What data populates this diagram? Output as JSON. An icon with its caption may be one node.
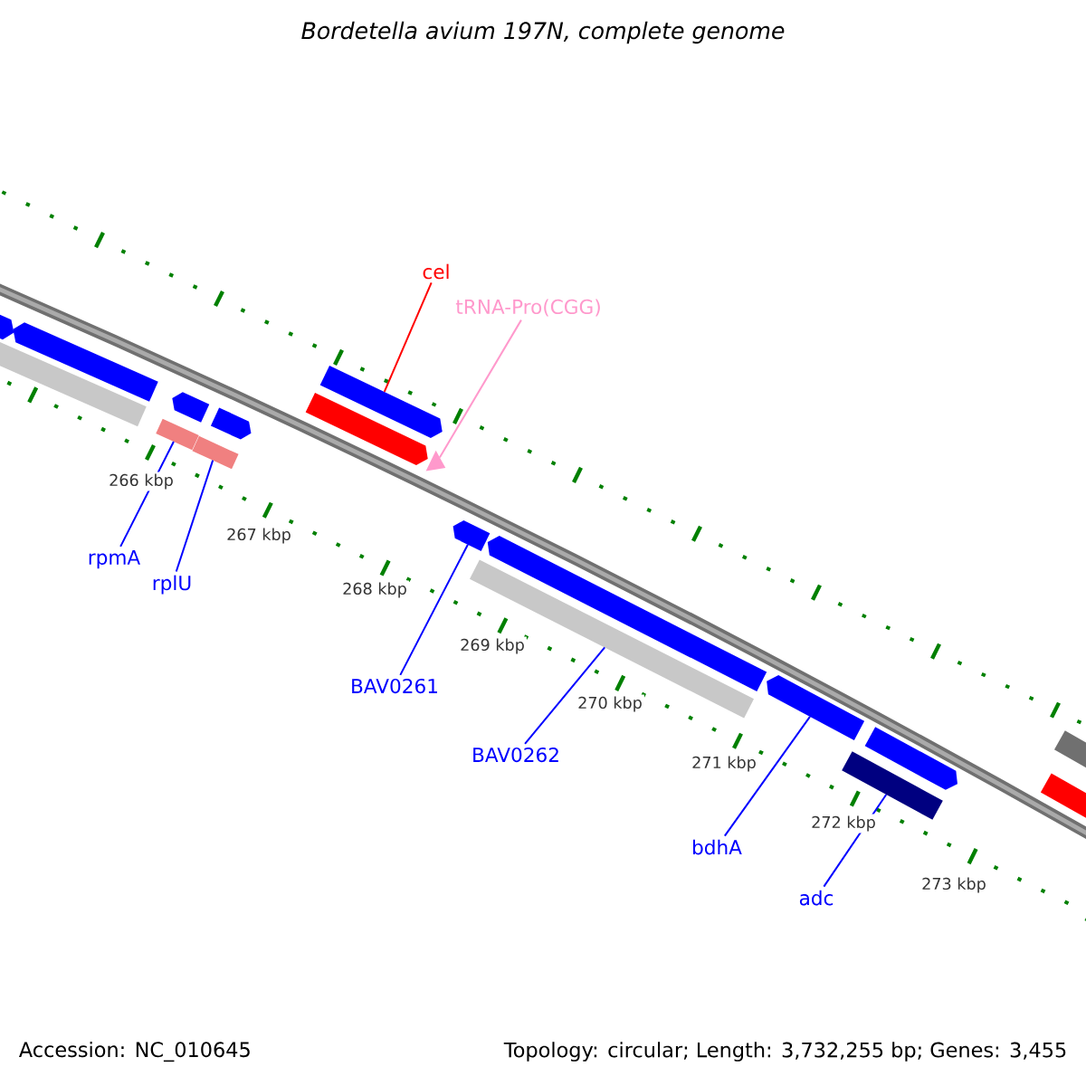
{
  "diagram": {
    "title": "Bordetella avium 197N, complete genome",
    "nodes": [
      {
        "text": [
          "cel"
        ]
      },
      {
        "text": [
          "tRNA-Pro(CGG)"
        ]
      },
      {
        "text": [
          "rpmA"
        ]
      },
      {
        "text": [
          "rplU"
        ]
      },
      {
        "text": [
          "BAV0261"
        ]
      },
      {
        "text": [
          "BAV0262"
        ]
      },
      {
        "text": [
          "bdhA"
        ]
      },
      {
        "text": [
          "adc"
        ]
      },
      {
        "text": [],
        "shape": "pentagon"
      },
      {
        "text": [],
        "shape": "bar"
      },
      {
        "text": [],
        "shape": "pentagon"
      },
      {
        "text": [],
        "shape": "bar"
      },
      {
        "text": [],
        "shape": "pentagon"
      },
      {
        "text": [],
        "shape": "bar"
      },
      {
        "text": [],
        "shape": "pentagon"
      },
      {
        "text": [],
        "shape": "pentagon"
      },
      {
        "text": [],
        "shape": "pentagon"
      },
      {
        "text": [],
        "shape": "triangle"
      },
      {
        "text": [],
        "shape": "pentagon"
      },
      {
        "text": [],
        "shape": "bar"
      },
      {
        "text": [],
        "shape": "pentagon"
      },
      {
        "text": [],
        "shape": "pentagon"
      },
      {
        "text": [],
        "shape": "bar"
      },
      {
        "text": [],
        "shape": "pentagon"
      },
      {
        "text": [],
        "shape": "pentagon"
      },
      {
        "text": [],
        "shape": "bar"
      }
    ],
    "edges": [
      {
        "from": 0,
        "to": 16,
        "arrow": "none",
        "color": "#ff0000"
      },
      {
        "from": 1,
        "to": 17,
        "arrow": "none",
        "color": "#ff99cc"
      },
      {
        "from": 2,
        "to": 11,
        "arrow": "none"
      },
      {
        "from": 3,
        "to": 13,
        "arrow": "none"
      },
      {
        "from": 4,
        "to": 18,
        "arrow": "none"
      },
      {
        "from": 5,
        "to": 19,
        "arrow": "none"
      },
      {
        "from": 6,
        "to": 21,
        "arrow": "none"
      },
      {
        "from": 7,
        "to": 22,
        "arrow": "none"
      }
    ],
    "labels": [
      "266 kbp",
      "267 kbp",
      "268 kbp",
      "269 kbp",
      "270 kbp",
      "271 kbp",
      "272 kbp",
      "273 kbp",
      "Accession: NC_010645",
      "Topology: circular; Length: 3,732,255 bp; Genes: 3,455"
    ]
  }
}
